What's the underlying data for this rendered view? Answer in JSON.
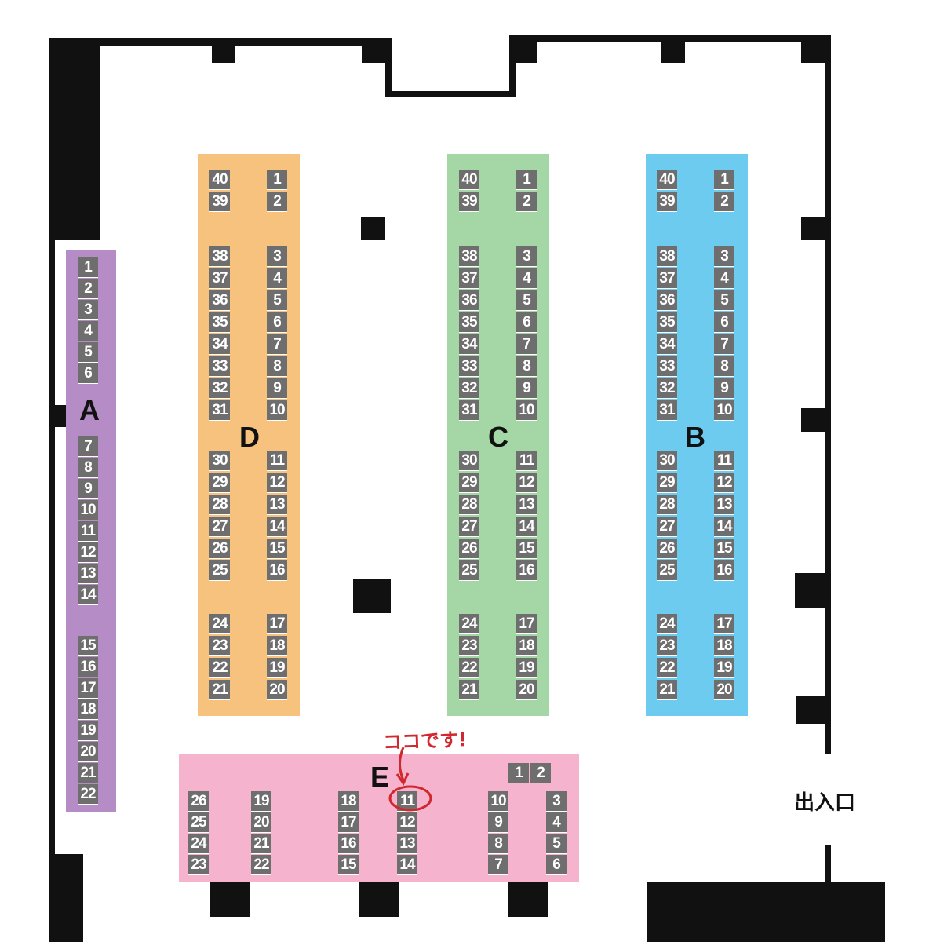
{
  "map": {
    "zones": [
      {
        "id": "A",
        "label": "A",
        "color": "#b58cc5"
      },
      {
        "id": "D",
        "label": "D",
        "color": "#f6c27e"
      },
      {
        "id": "C",
        "label": "C",
        "color": "#a4d6a6"
      },
      {
        "id": "B",
        "label": "B",
        "color": "#6ccbee"
      },
      {
        "id": "E",
        "label": "E",
        "color": "#f6b3ce"
      }
    ],
    "entrance": {
      "label": "出入口"
    },
    "annotation": {
      "text": "ココです!",
      "color": "#d0282e",
      "booth": "E-11"
    }
  }
}
